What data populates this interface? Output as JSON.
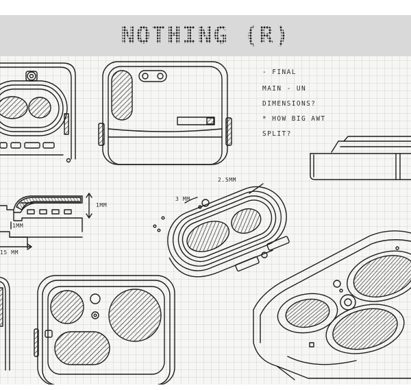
{
  "title": "NOTHING (R)",
  "notes": [
    "- FINAL",
    "MAIN - UN",
    "DIMENSIONS?",
    "* HOW BIG AWT",
    "SPLIT?"
  ],
  "dimensions": {
    "d_1mm_right": "1MM",
    "d_1mm_left": "1MM",
    "d_15mm": "15 MM",
    "d_3mm": "3 MM",
    "d_25mm": "2.5MM"
  },
  "colors": {
    "paper": "#f6f6f4",
    "banner": "#d9d9d9",
    "ink": "#1d1d1d"
  }
}
